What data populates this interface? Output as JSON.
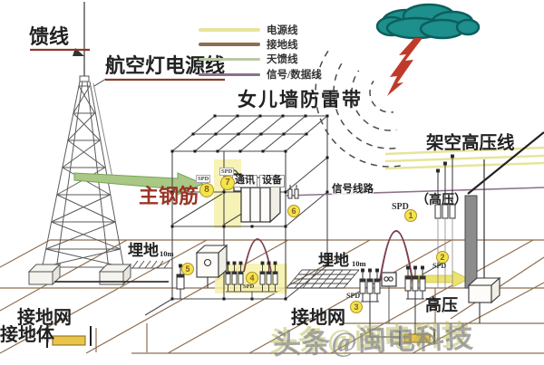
{
  "legend": {
    "items": [
      {
        "label": "电源线",
        "color": "#e7e49a"
      },
      {
        "label": "接地线",
        "color": "#8d6e52"
      },
      {
        "label": "天馈线",
        "color": "#b9c9a8"
      },
      {
        "label": "信号/数据线",
        "color": "#8a7188"
      }
    ]
  },
  "tower": {
    "feeder_label": "馈线",
    "aviation_light_label": "航空灯电源线"
  },
  "building": {
    "parapet_label": "女儿墙防雷带",
    "main_rebar_label": "主钢筋",
    "equipment_label_1": "通讯",
    "equipment_label_2": "设备",
    "signal_line_label": "信号线路"
  },
  "power": {
    "overhead_hv_label": "架空高压线",
    "hv_paren_label": "（高压）",
    "hv_label": "高压"
  },
  "ground": {
    "buried_left_label": "埋地",
    "buried_left_depth": "10m",
    "buried_right_label": "埋地",
    "buried_right_depth": "10m",
    "ground_net_left_label": "接地网",
    "ground_net_center_label": "接地网",
    "ground_electrode_label": "接地体"
  },
  "spd": {
    "abbr": "SPD",
    "markers": [
      {
        "number": "1"
      },
      {
        "number": "2"
      },
      {
        "number": "3"
      },
      {
        "number": "4"
      },
      {
        "number": "5"
      },
      {
        "number": "6"
      },
      {
        "number": "7"
      },
      {
        "number": "8"
      }
    ]
  },
  "watermark": {
    "text": "头条@闽电科技"
  }
}
